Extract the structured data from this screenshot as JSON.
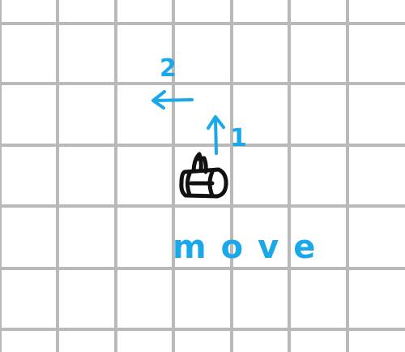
{
  "grid": {
    "line_color": "#b9b9b9"
  },
  "robot": {
    "ink_color": "#111111",
    "icon": "robot-cart-icon"
  },
  "annotations": {
    "ink_color": "#1ba8e8",
    "step_1_label": "1",
    "step_2_label": "2",
    "caption": "move"
  }
}
